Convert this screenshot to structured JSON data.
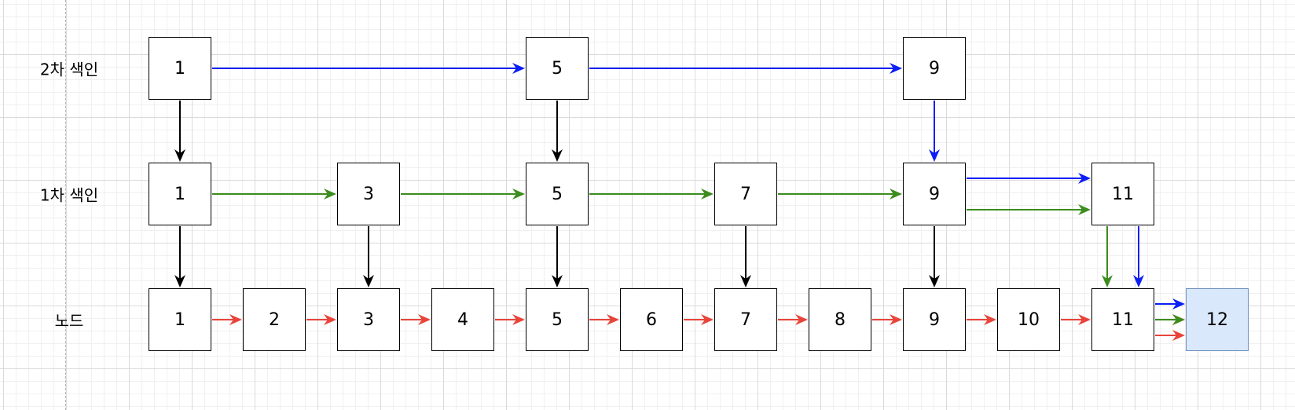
{
  "row_labels": {
    "secondary": "2차 색인",
    "primary": "1차 색인",
    "nodes": "노드"
  },
  "secondary_index": [
    "1",
    "5",
    "9"
  ],
  "primary_index": [
    "1",
    "3",
    "5",
    "7",
    "9",
    "11"
  ],
  "nodes": [
    "1",
    "2",
    "3",
    "4",
    "5",
    "6",
    "7",
    "8",
    "9",
    "10",
    "11",
    "12"
  ],
  "colors": {
    "secondary_link": "#0a1ef5",
    "primary_link": "#3c8c1e",
    "node_link": "#e8443a",
    "down_link": "#000000",
    "highlight_fill": "#dae8fc",
    "highlight_stroke": "#6c8ebf"
  }
}
